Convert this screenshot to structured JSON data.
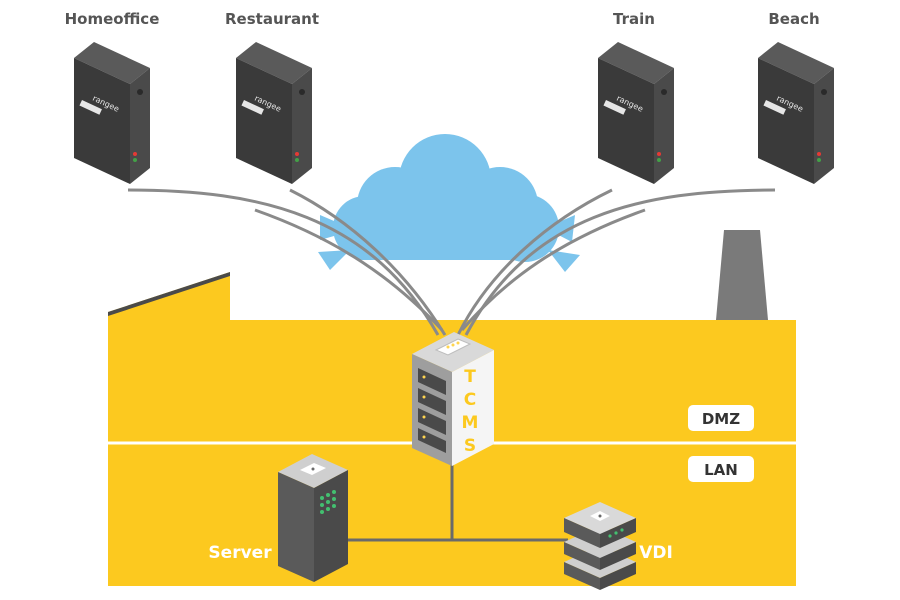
{
  "remote_sites": [
    {
      "id": "homeoffice",
      "label": "Homeoffice",
      "brand": "rangee"
    },
    {
      "id": "restaurant",
      "label": "Restaurant",
      "brand": "rangee"
    },
    {
      "id": "train",
      "label": "Train",
      "brand": "rangee"
    },
    {
      "id": "beach",
      "label": "Beach",
      "brand": "rangee"
    }
  ],
  "central": {
    "label": "TCMS",
    "letters": [
      "T",
      "C",
      "M",
      "S"
    ]
  },
  "zones": {
    "dmz": "DMZ",
    "lan": "LAN"
  },
  "lan_nodes": {
    "server": "Server",
    "vdi": "VDI"
  },
  "colors": {
    "building": "#fcc91f",
    "cloud": "#7cc4ec",
    "cable": "#8a8a8a",
    "device_dark": "#3a3a3a",
    "device_mid": "#4a4a4a",
    "device_light": "#5a5a5a",
    "chimney": "#7a7a7a",
    "zone_badge_text": "#333333"
  }
}
